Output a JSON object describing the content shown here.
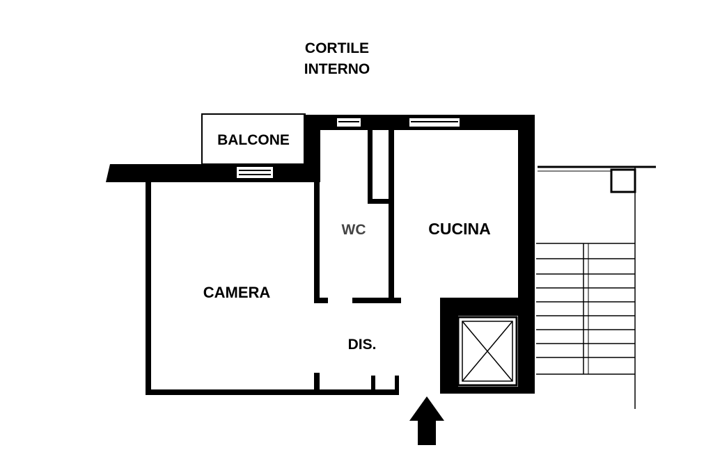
{
  "labels": {
    "courtyard_line1": "CORTILE",
    "courtyard_line2": "INTERNO",
    "balcony": "BALCONE",
    "wc": "WC",
    "kitchen": "CUCINA",
    "bedroom": "CAMERA",
    "hall": "DIS."
  },
  "colors": {
    "wall": "#000000",
    "background": "#ffffff",
    "wc_label": "#444444"
  },
  "icons": {
    "entrance": "arrow-up-icon",
    "elevator": "elevator-cross-icon"
  }
}
